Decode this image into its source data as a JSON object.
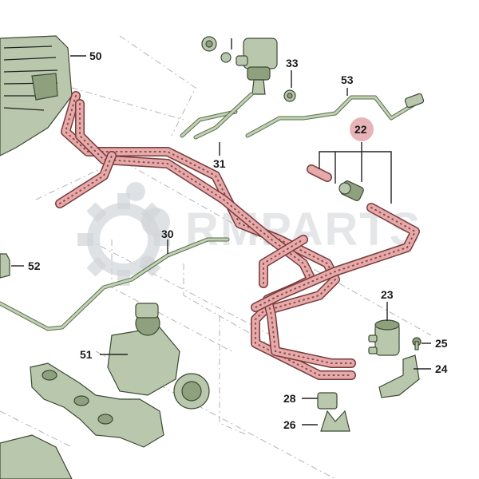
{
  "watermark": {
    "text": "RMPARTS"
  },
  "callouts": [
    {
      "id": "50",
      "label": "50"
    },
    {
      "id": "33",
      "label": "33"
    },
    {
      "id": "53",
      "label": "53"
    },
    {
      "id": "22",
      "label": "22",
      "highlighted": true
    },
    {
      "id": "31",
      "label": "31"
    },
    {
      "id": "30",
      "label": "30"
    },
    {
      "id": "52",
      "label": "52"
    },
    {
      "id": "23",
      "label": "23"
    },
    {
      "id": "51",
      "label": "51"
    },
    {
      "id": "25",
      "label": "25"
    },
    {
      "id": "24",
      "label": "24"
    },
    {
      "id": "28",
      "label": "28"
    },
    {
      "id": "26",
      "label": "26"
    }
  ],
  "colors": {
    "highlight_badge": "#e8b4b8",
    "hose": "#e5aaa9",
    "hose_outline": "#7a3b3b",
    "component": "#b9c8ad",
    "component_outline": "#3c4a33",
    "watermark": "#cfd3d6"
  },
  "icons": [
    "gear-icon"
  ]
}
